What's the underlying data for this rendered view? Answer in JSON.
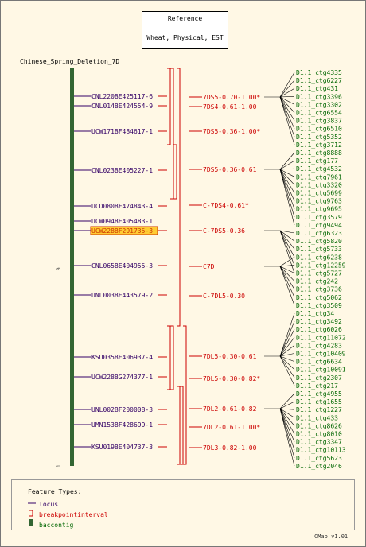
{
  "reference": {
    "title": "Reference",
    "subtitle": "Wheat, Physical, EST"
  },
  "map_title": "Chinese_Spring_Deletion_7D",
  "scale": {
    "top_label": "0",
    "bottom_label": "1"
  },
  "loci": [
    "CNL220BE425117-6",
    "CNL014BE424554-9",
    "UCW171BF484617-1",
    "CNL023BE405227-1",
    "UCD080BF474843-4",
    "UCW094BE405483-1",
    "UCW228BF291735-3",
    "CNL065BE404955-3",
    "UNL003BE443579-2",
    "KSU035BE406937-4",
    "UCW228BG274377-1",
    "UNL002BF200008-3",
    "UMN153BF428699-1",
    "KSU019BE404737-3"
  ],
  "highlighted_locus": "UCW228BF291735-3",
  "intervals": [
    "7DS5-0.70-1.00*",
    "7DS4-0.61-1.00",
    "7DS5-0.36-1.00*",
    "7DS5-0.36-0.61",
    "C-7DS4-0.61*",
    "C-7DS5-0.36",
    "C7D",
    "C-7DL5-0.30",
    "7DL5-0.30-0.61",
    "7DL5-0.30-0.82*",
    "7DL2-0.61-0.82",
    "7DL2-0.61-1.00*",
    "7DL3-0.82-1.00"
  ],
  "contigs": [
    "D1.1_ctg4335",
    "D1.1_ctg6227",
    "D1.1_ctg431",
    "D1.1_ctg3396",
    "D1.1_ctg3302",
    "D1.1_ctg6554",
    "D1.1_ctg3837",
    "D1.1_ctg6510",
    "D1.1_ctg5352",
    "D1.1_ctg3712",
    "D1.1_ctg8888",
    "D1.1_ctg177",
    "D1.1_ctg4532",
    "D1.1_ctg7961",
    "D1.1_ctg3320",
    "D1.1_ctg5699",
    "D1.1_ctg9763",
    "D1.1_ctg9695",
    "D1.1_ctg3579",
    "D1.1_ctg9494",
    "D1.1_ctg6323",
    "D1.1_ctg5820",
    "D1.1_ctg5733",
    "D1.1_ctg6238",
    "D1.1_ctg12259",
    "D1.1_ctg5727",
    "D1.1_ctg242",
    "D1.1_ctg3736",
    "D1.1_ctg5062",
    "D1.1_ctg3509",
    "D1.1_ctg34",
    "D1.1_ctg3492",
    "D1.1_ctg6026",
    "D1.1_ctg11072",
    "D1.1_ctg4283",
    "D1.1_ctg10409",
    "D1.1_ctg6634",
    "D1.1_ctg10091",
    "D1.1_ctg2307",
    "D1.1_ctg217",
    "D1.1_ctg4955",
    "D1.1_ctg1655",
    "D1.1_ctg1227",
    "D1.1_ctg433",
    "D1.1_ctg8626",
    "D1.1_ctg8010",
    "D1.1_ctg3347",
    "D1.1_ctg10113",
    "D1.1_ctg5623",
    "D1.1_ctg2046"
  ],
  "legend": {
    "title": "Feature Types:",
    "items": [
      {
        "label": "locus",
        "symbol": "line-icon"
      },
      {
        "label": "breakpointinterval",
        "symbol": "bracket-icon"
      },
      {
        "label": "baccontig",
        "symbol": "bar-icon"
      }
    ]
  },
  "version": "CMap v1.01",
  "colors": {
    "locus": "#330066",
    "interval": "#cc0000",
    "contig": "#006600",
    "bar": "#336633",
    "bg": "#fff8e5"
  }
}
